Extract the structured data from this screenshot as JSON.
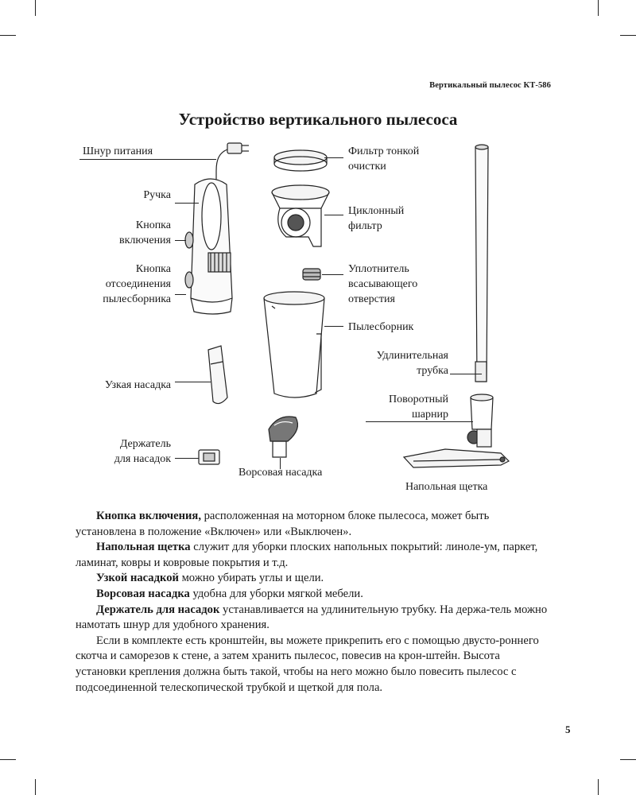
{
  "header": {
    "text": "Вертикальный пылесос КТ-586"
  },
  "title": "Устройство вертикального пылесоса",
  "labels": {
    "cord": "Шнур питания",
    "handle": "Ручка",
    "power_button_1": "Кнопка",
    "power_button_2": "включения",
    "release_button_1": "Кнопка",
    "release_button_2": "отсоединения",
    "release_button_3": "пылесборника",
    "crevice": "Узкая насадка",
    "holder_1": "Держатель",
    "holder_2": "для насадок",
    "brush_nozzle": "Ворсовая насадка",
    "fine_filter_1": "Фильтр тонкой",
    "fine_filter_2": "очистки",
    "cyclone_1": "Циклонный",
    "cyclone_2": "фильтр",
    "seal_1": "Уплотнитель",
    "seal_2": "всасывающего",
    "seal_3": "отверстия",
    "dust_bin": "Пылесборник",
    "tube_1": "Удлинительная",
    "tube_2": "трубка",
    "swivel_1": "Поворотный",
    "swivel_2": "шарнир",
    "floor_brush": "Напольная щетка"
  },
  "paragraphs": [
    {
      "bold": "Кнопка включения,",
      "text": " расположенная на моторном блоке пылесоса, может быть установлена в положение «Включен» или «Выключен»."
    },
    {
      "bold": "Напольная щетка",
      "text": " служит для уборки плоских напольных покрытий: линоле-ум, паркет, ламинат, ковры и ковровые покрытия и т.д."
    },
    {
      "bold": "Узкой насадкой",
      "text": " можно убирать углы и щели."
    },
    {
      "bold": "Ворсовая насадка",
      "text": " удобна для уборки мягкой мебели."
    },
    {
      "bold": "Держатель для насадок",
      "text": " устанавливается на удлинительную трубку. На держа-тель можно намотать шнур для удобного хранения."
    },
    {
      "bold": "",
      "text": "Если в комплекте есть кронштейн, вы можете прикрепить его с помощью двусто-роннего скотча и саморезов к стене, а затем хранить пылесос, повесив на крон-штейн. Высота установки крепления должна быть такой, чтобы на него можно было повесить пылесос с подсоединенной телескопической трубкой и щеткой для пола."
    }
  ],
  "page_number": "5"
}
